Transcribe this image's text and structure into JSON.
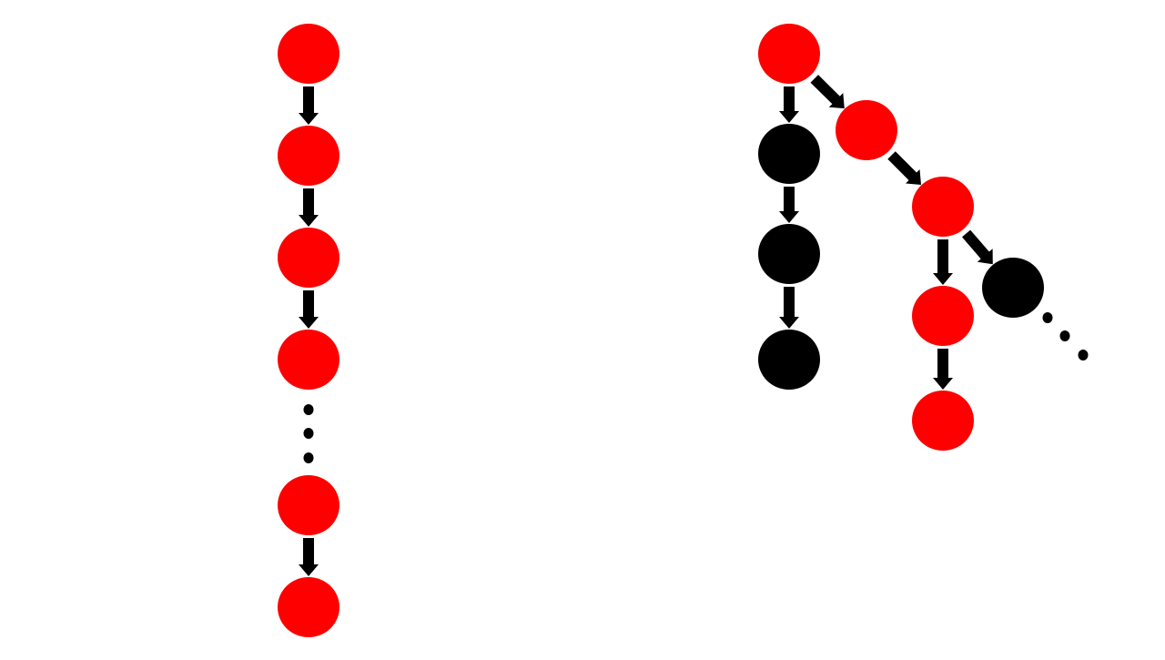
{
  "colors": {
    "background": "#ffffff",
    "highlight_node": "#ff0000",
    "plain_node": "#000000",
    "edge": "#000000"
  },
  "left_chain": {
    "node_color": "red",
    "nodes_before_ellipsis": 4,
    "nodes_after_ellipsis": 2,
    "ellipsis": "vertical-dots"
  },
  "right_tree": {
    "nodes": [
      {
        "id": "root",
        "color": "red"
      },
      {
        "id": "b1",
        "color": "black"
      },
      {
        "id": "b2",
        "color": "black"
      },
      {
        "id": "b3",
        "color": "black"
      },
      {
        "id": "r1",
        "color": "red"
      },
      {
        "id": "r2",
        "color": "red"
      },
      {
        "id": "r3",
        "color": "red"
      },
      {
        "id": "r4",
        "color": "red"
      },
      {
        "id": "k1",
        "color": "black"
      }
    ],
    "edges": [
      {
        "from": "root",
        "to": "b1"
      },
      {
        "from": "b1",
        "to": "b2"
      },
      {
        "from": "b2",
        "to": "b3"
      },
      {
        "from": "root",
        "to": "r1"
      },
      {
        "from": "r1",
        "to": "r2"
      },
      {
        "from": "r2",
        "to": "r3"
      },
      {
        "from": "r3",
        "to": "r4"
      },
      {
        "from": "r2",
        "to": "k1"
      }
    ],
    "continuation": "diagonal-dots-after-k1"
  }
}
